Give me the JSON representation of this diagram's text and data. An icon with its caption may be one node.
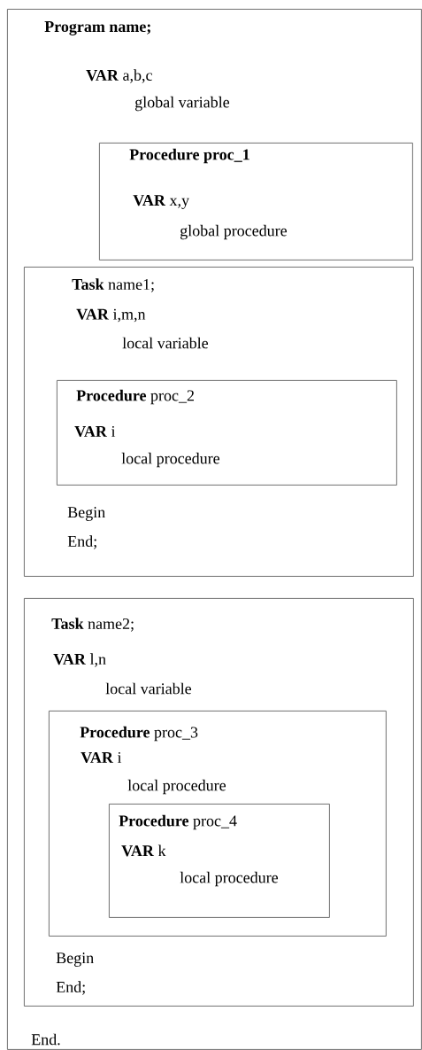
{
  "diagram": {
    "nodes": [
      {
        "text": [
          "Program name;",
          "**VAR** a,b,c",
          "global variable",
          "End."
        ]
      },
      {
        "text": [
          "Procedure proc_1",
          "**VAR** x,y",
          "global procedure"
        ],
        "in": 0
      },
      {
        "text": [
          "**Task** name1;",
          "**VAR** i,m,n",
          "local variable",
          "Begin",
          "End;"
        ],
        "in": 0
      },
      {
        "text": [
          "**Procedure** proc_2",
          "**VAR** i",
          "local procedure"
        ],
        "in": 2
      },
      {
        "text": [
          "**Task** name2;",
          "**VAR** l,n",
          "local variable",
          "Begin",
          "End;"
        ],
        "in": 0
      },
      {
        "text": [
          "**Procedure** proc_3",
          "**VAR** i",
          "local procedure"
        ],
        "in": 4
      },
      {
        "text": [
          "**Procedure** proc_4",
          "**VAR** k",
          "local procedure"
        ],
        "in": 5
      }
    ]
  }
}
